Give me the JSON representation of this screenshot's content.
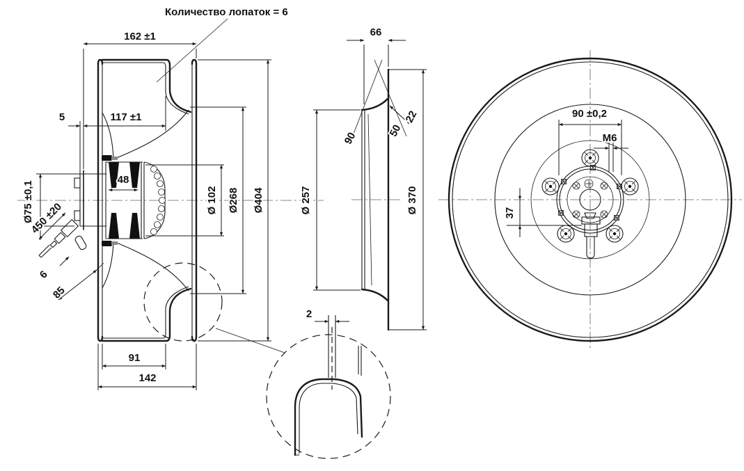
{
  "drawing": {
    "type_note": "Количество лопаток = 6",
    "left_view": {
      "overall_depth": "162 ±1",
      "inlet_depth": "117 ±1",
      "flange_protrusion": "5",
      "spigot_diameter": "Ø75 ±0,1",
      "cable_length": "450 ±20",
      "stator_core_width": "48",
      "cable_diameter": "6",
      "cable_gland_length": "85",
      "inlet_ring_width": "91",
      "housing_width": "142",
      "motor_diameter": "Ø 102",
      "support_diameter": "Ø268",
      "impeller_diameter": "Ø404"
    },
    "side_view": {
      "ring_depth": "66",
      "cone_angle": "90",
      "lip_angle": "50",
      "rim_height": "22",
      "inlet_diameter": "Ø 257",
      "ring_outer_diameter": "Ø 370"
    },
    "front_view": {
      "bolt_circle_diameter": "90 ±0,2",
      "mounting_thread": "M6",
      "cable_exit_offset": "37"
    },
    "detail_view": {
      "blade_gap": "2"
    },
    "colors": {
      "line": "#1a1a1a",
      "centerline": "#8a8a8a",
      "fill": "#111111",
      "background": "#ffffff"
    }
  }
}
